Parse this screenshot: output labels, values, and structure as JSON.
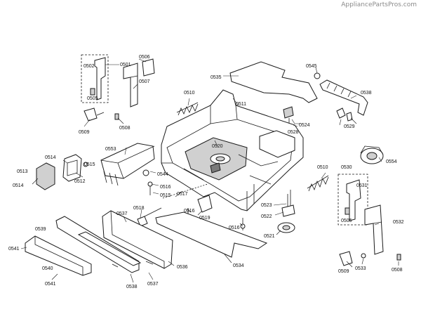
{
  "watermark": "AppliancePartsPros.com",
  "labels": {
    "p0501": "0501",
    "p0502": "0502",
    "p0505a": "0505",
    "p0506": "0506",
    "p0507": "0507",
    "p0508a": "0508",
    "p0509a": "0509",
    "p0510a": "0510",
    "p0511": "0511",
    "p0535": "0535",
    "p0545": "0545",
    "p0538": "0538",
    "p0528": "0528",
    "p0529": "0529",
    "p0524": "0524",
    "p0553": "0553",
    "p0520": "0520",
    "p0514a": "0514",
    "p0515a": "0515",
    "p0513": "0513",
    "p0512": "0512",
    "p0514b": "0514",
    "p0544": "0544",
    "p0516a": "0516",
    "p0515b": "0515",
    "p0517": "0517",
    "p0518": "0518",
    "p0516b": "0516",
    "p0519": "0519",
    "p0537a": "0537",
    "p0539": "0539",
    "p0541a": "0541",
    "p0536": "0536",
    "p0538b": "0538",
    "p0537b": "0537",
    "p0540": "0540",
    "p0541b": "0541",
    "p0534": "0534",
    "p0516c": "0516",
    "p0521": "0521",
    "p0522": "0522",
    "p0523": "0523",
    "p0510b": "0510",
    "p0530": "0530",
    "p0531": "0531",
    "p0505b": "0505",
    "p0532": "0532",
    "p0554": "0554",
    "p0509b": "0509",
    "p0533": "0533",
    "p0508b": "0508"
  }
}
